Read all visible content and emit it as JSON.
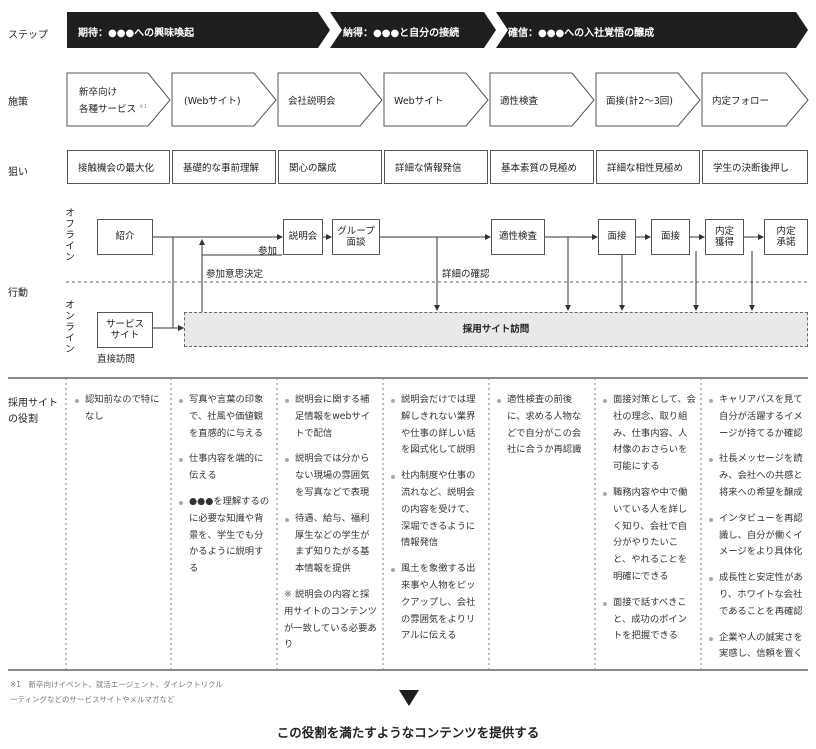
{
  "row_labels": {
    "step": "ステップ",
    "measures": "施策",
    "aims": "狙い",
    "action": "行動",
    "role": "採用サイトの役割"
  },
  "steps": [
    "期待：●●●への興味喚起",
    "納得：●●●と自分の接続",
    "確信：●●●への入社覚悟の醸成"
  ],
  "measures": [
    {
      "line1": "新卒向け",
      "line2": "各種サービス",
      "note": "※1"
    },
    {
      "line1": "(Webサイト)"
    },
    {
      "line1": "会社説明会"
    },
    {
      "line1": "Webサイト"
    },
    {
      "line1": "適性検査"
    },
    {
      "line1": "面接(計2〜3回)"
    },
    {
      "line1": "内定フォロー"
    }
  ],
  "aims": [
    "接触機会の最大化",
    "基礎的な事前理解",
    "関心の醸成",
    "詳細な情報発信",
    "基本素質の見極め",
    "詳細な相性見極め",
    "学生の決断後押し"
  ],
  "flow": {
    "offline_label": "オフライン",
    "online_label": "オンライン",
    "nodes": {
      "shokai": "紹介",
      "setsumeikai": "説明会",
      "group1": "グループ",
      "group2": "面談",
      "tekisei": "適性検査",
      "mensetsu1": "面接",
      "mensetsu2": "面接",
      "naitei_kakutoku1": "内定",
      "naitei_kakutoku2": "獲得",
      "naitei_shodaku1": "内定",
      "naitei_shodaku2": "承諾",
      "service1": "サービス",
      "service2": "サイト",
      "site_visit": "採用サイト訪問"
    },
    "labels": {
      "sanka": "参加",
      "sanka_ishi": "参加意思決定",
      "shosai": "詳細の確認",
      "chokusetsu": "直接訪問"
    }
  },
  "roles": [
    [
      "認知前なので特になし"
    ],
    [
      "写真や言葉の印象で、社風や価値観を直感的に与える",
      "仕事内容を端的に伝える",
      "●●●を理解するのに必要な知識や背景を、学生でも分かるように説明する"
    ],
    [
      "説明会に関する補足情報をwebサイトで配信",
      "説明会では分からない現場の雰囲気を写真などで表現",
      "待遇、給与、福利厚生などの学生がまず知りたがる基本情報を提供"
    ],
    [
      "説明会だけでは理解しきれない業界や仕事の詳しい話を図式化して説明",
      "社内制度や仕事の流れなど、説明会の内容を受けて、深堀できるように情報発信",
      "風土を象徴する出来事や人物をピックアップし、会社の雰囲気をよりリアルに伝える"
    ],
    [
      "適性検査の前後に、求める人物などで自分がこの会社に合うか再認識"
    ],
    [
      "面接対策として、会社の理念、取り組み、仕事内容、人材像のおさらいを可能にする",
      "職務内容や中で働いている人を詳しく知り、会社で自分がやりたいこと、やれることを明確にできる",
      "面接で話すべきこと、成功のポイントを把握できる"
    ],
    [
      "キャリアパスを見て自分が活躍するイメージが持てるか確認",
      "社長メッセージを読み、会社への共感と将来への希望を醸成",
      "インタビューを再認識し、自分が働くイメージをより具体化",
      "成長性と安定性があり、ホワイトな会社であることを再確認",
      "企業や人の誠実さを実感し、信頼を置く"
    ]
  ],
  "role_note": {
    "mark": "※",
    "text": "説明会の内容と採用サイトのコンテンツが一致している必要あり"
  },
  "footnote": {
    "line1": "※1　新卒向けイベント、就活エージェント、ダイレクトリクル",
    "line2": "ーティングなどのサービスサイトやメルマガなど"
  },
  "conclusion": "この役割を満たすようなコンテンツを提供する"
}
